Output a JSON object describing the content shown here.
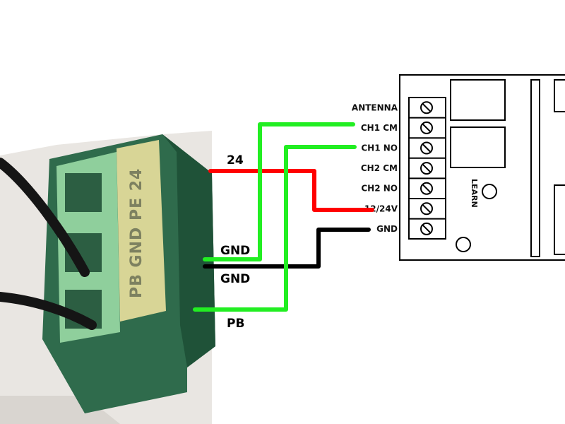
{
  "connector_photo": {
    "plug_label": "PB GND PE 24"
  },
  "wire_labels": {
    "power": "24",
    "gnd_green": "GND",
    "gnd_black": "GND",
    "pb": "PB"
  },
  "receiver_board": {
    "terminals": [
      "ANTENNA",
      "CH1 CM",
      "CH1 NO",
      "CH2 CM",
      "CH2 NO",
      "12/24V",
      "GND"
    ],
    "learn_label": "LEARN"
  },
  "colors": {
    "green_wire": "#22ee22",
    "red_wire": "#ff0000",
    "black_wire": "#000000",
    "connector": "#2f6b4c",
    "connector_light": "#8fcf9c",
    "plug_label_strip": "#d8d596"
  }
}
